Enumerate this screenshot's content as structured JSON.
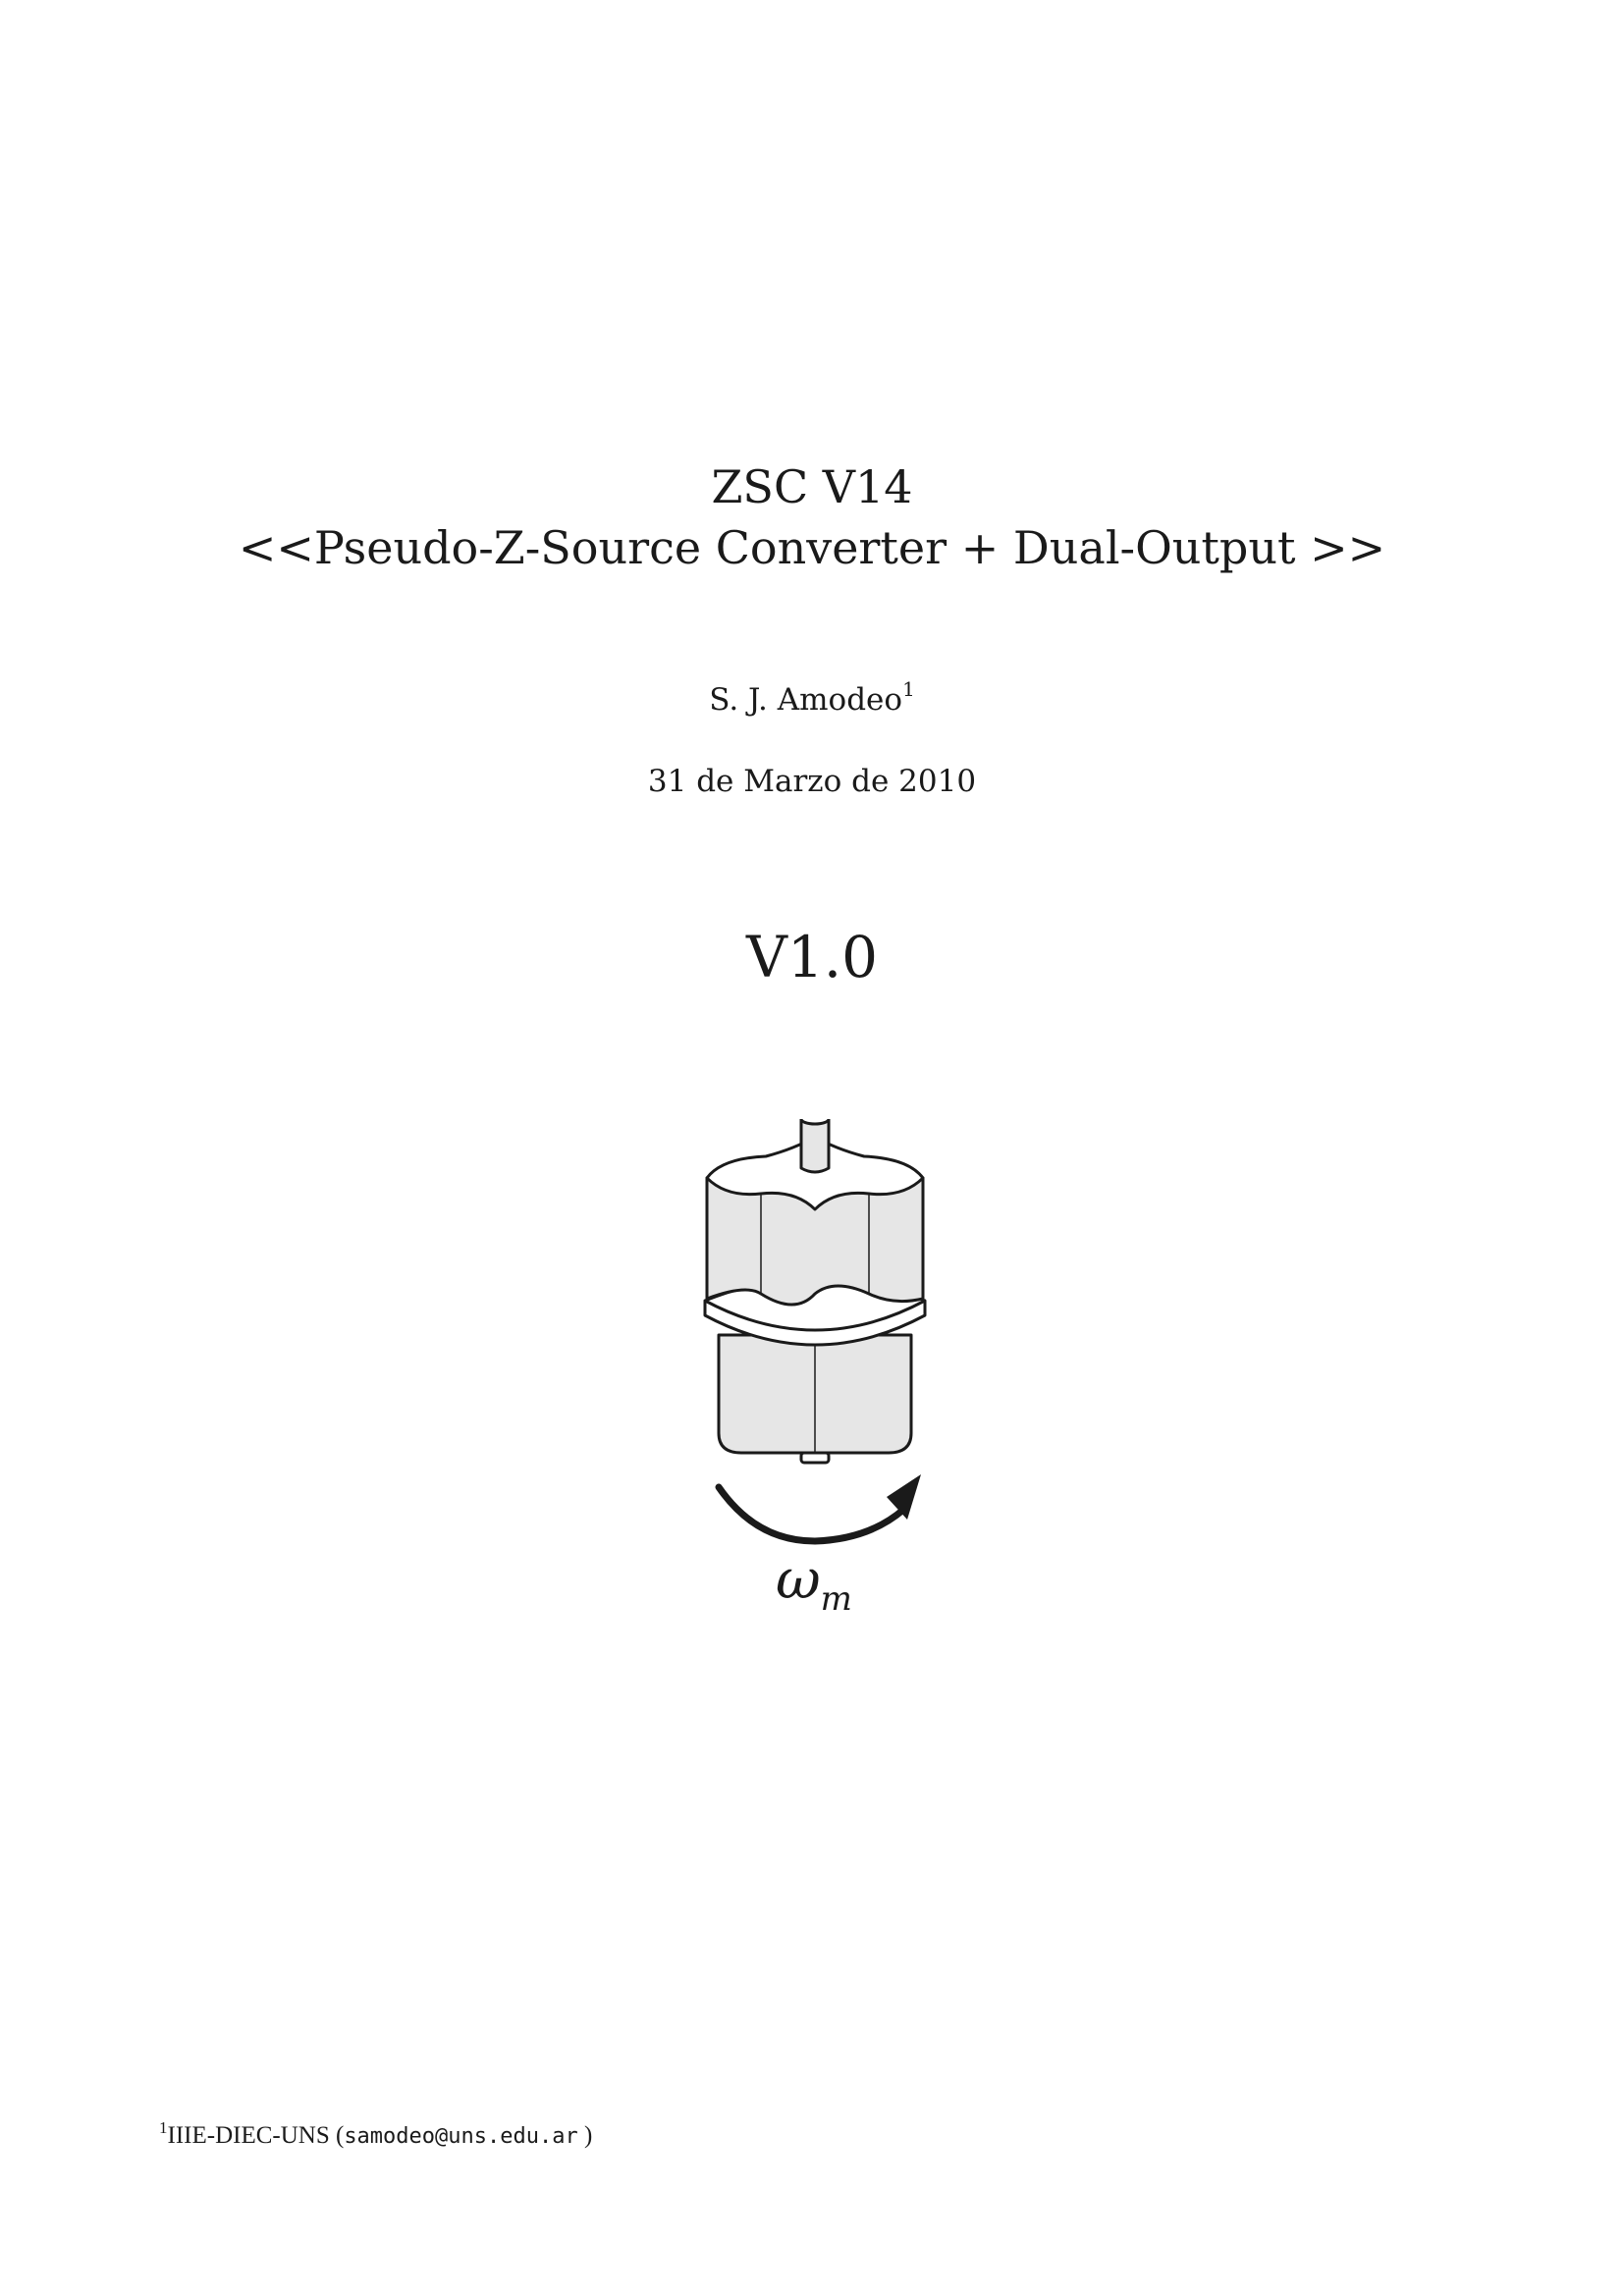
{
  "title": {
    "line1": "ZSC V14",
    "line2": "<<Pseudo-Z-Source Converter + Dual-Output >>"
  },
  "author": {
    "name": "S. J. Amodeo",
    "footnote_mark": "1"
  },
  "date": "31 de Marzo de 2010",
  "version": "V1.0",
  "figure": {
    "symbol": "ω",
    "symbol_subscript": "m"
  },
  "footnote": {
    "mark": "1",
    "affiliation": "IIIE-DIEC-UNS",
    "open_paren": "(",
    "email": "samodeo@uns.edu.ar",
    "close_paren": " )"
  }
}
